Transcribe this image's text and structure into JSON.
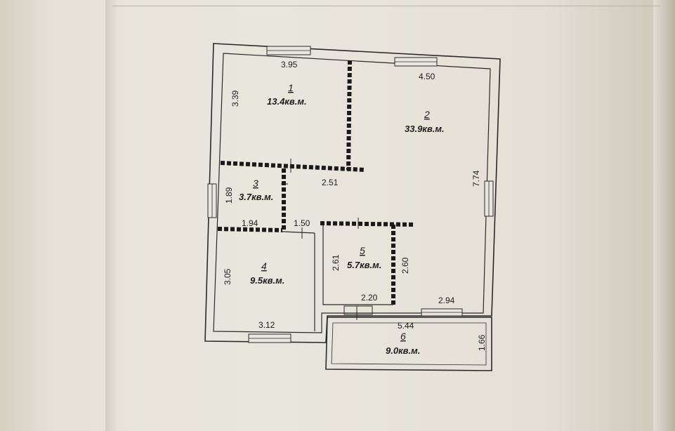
{
  "plan": {
    "rooms": [
      {
        "number": "1",
        "area": "13.4кв.м."
      },
      {
        "number": "2",
        "area": "33.9кв.м."
      },
      {
        "number": "3",
        "area": "3.7кв.м."
      },
      {
        "number": "4",
        "area": "9.5кв.м."
      },
      {
        "number": "5",
        "area": "5.7кв.м."
      },
      {
        "number": "6",
        "area": "9.0кв.м."
      }
    ],
    "dimensions": {
      "room1_width": "3.95",
      "room1_height": "3.39",
      "room2_width": "4.50",
      "room2_height": "7.74",
      "corridor": "2.51",
      "room3_height": "1.89",
      "room3_width": "1.94",
      "passage": "1.50",
      "room4_height": "3.05",
      "room4_width": "3.12",
      "room5_left": "2.61",
      "room5_right": "2.60",
      "room5_width": "2.20",
      "room2_bottom": "2.94",
      "terrace_width": "5.44",
      "terrace_height": "1.66"
    }
  },
  "colors": {
    "line": "#2a2a2a",
    "paper": "#e9e6dd"
  }
}
